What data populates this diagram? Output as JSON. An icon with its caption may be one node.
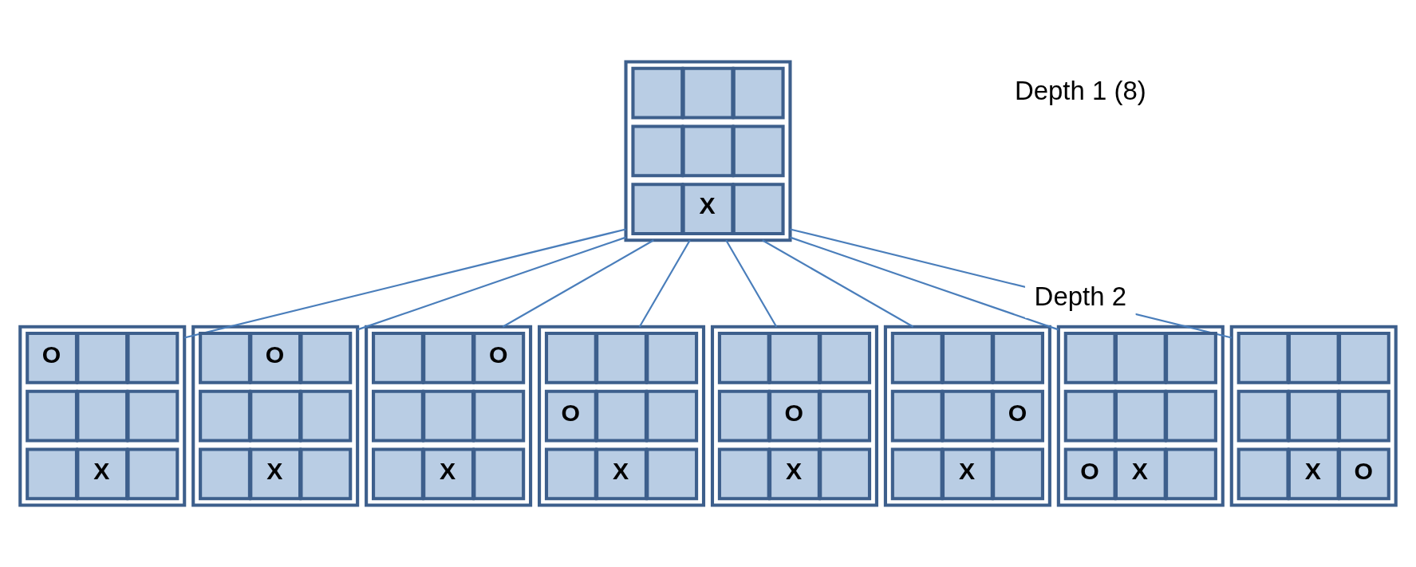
{
  "diagram": {
    "nodes": [
      {
        "text": [],
        "shape": "box"
      },
      {
        "text": [],
        "shape": "box",
        "in": 0
      },
      {
        "text": [],
        "shape": "box",
        "in": 0
      },
      {
        "text": [],
        "shape": "box",
        "in": 0
      },
      {
        "text": [],
        "shape": "box",
        "in": 0
      },
      {
        "text": [],
        "shape": "box",
        "in": 0
      },
      {
        "text": [],
        "shape": "box",
        "in": 0
      },
      {
        "text": [],
        "shape": "box",
        "in": 0
      },
      {
        "text": [
          "X"
        ],
        "in": 0
      },
      {
        "text": [],
        "shape": "box",
        "in": 0
      },
      {
        "text": [],
        "shape": "box"
      },
      {
        "text": [
          "O"
        ],
        "in": 10
      },
      {
        "text": [],
        "shape": "box",
        "in": 10
      },
      {
        "text": [],
        "shape": "box",
        "in": 10
      },
      {
        "text": [],
        "shape": "box",
        "in": 10
      },
      {
        "text": [],
        "shape": "box",
        "in": 10
      },
      {
        "text": [],
        "shape": "box",
        "in": 10
      },
      {
        "text": [],
        "shape": "box",
        "in": 10
      },
      {
        "text": [
          "X"
        ],
        "in": 10
      },
      {
        "text": [],
        "shape": "box",
        "in": 10
      },
      {
        "text": [],
        "shape": "box"
      },
      {
        "text": [],
        "shape": "box",
        "in": 20
      },
      {
        "text": [
          "O"
        ],
        "in": 20
      },
      {
        "text": [],
        "shape": "box",
        "in": 20
      },
      {
        "text": [],
        "shape": "box",
        "in": 20
      },
      {
        "text": [],
        "shape": "box",
        "in": 20
      },
      {
        "text": [],
        "shape": "box",
        "in": 20
      },
      {
        "text": [],
        "shape": "box",
        "in": 20
      },
      {
        "text": [
          "X"
        ],
        "in": 20
      },
      {
        "text": [],
        "shape": "box",
        "in": 20
      },
      {
        "text": [],
        "shape": "box"
      },
      {
        "text": [],
        "shape": "box",
        "in": 30
      },
      {
        "text": [],
        "shape": "box",
        "in": 30
      },
      {
        "text": [
          "O"
        ],
        "in": 30
      },
      {
        "text": [],
        "shape": "box",
        "in": 30
      },
      {
        "text": [],
        "shape": "box",
        "in": 30
      },
      {
        "text": [],
        "shape": "box",
        "in": 30
      },
      {
        "text": [],
        "shape": "box",
        "in": 30
      },
      {
        "text": [
          "X"
        ],
        "in": 30
      },
      {
        "text": [],
        "shape": "box",
        "in": 30
      },
      {
        "text": [],
        "shape": "box"
      },
      {
        "text": [],
        "shape": "box",
        "in": 40
      },
      {
        "text": [],
        "shape": "box",
        "in": 40
      },
      {
        "text": [],
        "shape": "box",
        "in": 40
      },
      {
        "text": [
          "O"
        ],
        "in": 40
      },
      {
        "text": [],
        "shape": "box",
        "in": 40
      },
      {
        "text": [],
        "shape": "box",
        "in": 40
      },
      {
        "text": [],
        "shape": "box",
        "in": 40
      },
      {
        "text": [
          "X"
        ],
        "in": 40
      },
      {
        "text": [],
        "shape": "box",
        "in": 40
      },
      {
        "text": [],
        "shape": "box"
      },
      {
        "text": [],
        "shape": "box",
        "in": 50
      },
      {
        "text": [],
        "shape": "box",
        "in": 50
      },
      {
        "text": [],
        "shape": "box",
        "in": 50
      },
      {
        "text": [],
        "shape": "box",
        "in": 50
      },
      {
        "text": [
          "O"
        ],
        "in": 50
      },
      {
        "text": [],
        "shape": "box",
        "in": 50
      },
      {
        "text": [],
        "shape": "box",
        "in": 50
      },
      {
        "text": [
          "X"
        ],
        "in": 50
      },
      {
        "text": [],
        "shape": "box",
        "in": 50
      },
      {
        "text": [],
        "shape": "box"
      },
      {
        "text": [],
        "shape": "box",
        "in": 60
      },
      {
        "text": [],
        "shape": "box",
        "in": 60
      },
      {
        "text": [],
        "shape": "box",
        "in": 60
      },
      {
        "text": [],
        "shape": "box",
        "in": 60
      },
      {
        "text": [],
        "shape": "box",
        "in": 60
      },
      {
        "text": [
          "O"
        ],
        "in": 60
      },
      {
        "text": [],
        "shape": "box",
        "in": 60
      },
      {
        "text": [
          "X"
        ],
        "in": 60
      },
      {
        "text": [],
        "shape": "box",
        "in": 60
      },
      {
        "text": [],
        "shape": "box"
      },
      {
        "text": [],
        "shape": "box",
        "in": 70
      },
      {
        "text": [],
        "shape": "box",
        "in": 70
      },
      {
        "text": [],
        "shape": "box",
        "in": 70
      },
      {
        "text": [],
        "shape": "box",
        "in": 70
      },
      {
        "text": [],
        "shape": "box",
        "in": 70
      },
      {
        "text": [],
        "shape": "box",
        "in": 70
      },
      {
        "text": [
          "O"
        ],
        "in": 70
      },
      {
        "text": [
          "X"
        ],
        "in": 70
      },
      {
        "text": [],
        "shape": "box",
        "in": 70
      },
      {
        "text": [],
        "shape": "box"
      },
      {
        "text": [],
        "shape": "box",
        "in": 80
      },
      {
        "text": [],
        "shape": "box",
        "in": 80
      },
      {
        "text": [],
        "shape": "box",
        "in": 80
      },
      {
        "text": [],
        "shape": "box",
        "in": 80
      },
      {
        "text": [],
        "shape": "box",
        "in": 80
      },
      {
        "text": [],
        "shape": "box",
        "in": 80
      },
      {
        "text": [],
        "shape": "box",
        "in": 80
      },
      {
        "text": [
          "X"
        ],
        "in": 80
      },
      {
        "text": [
          "O"
        ],
        "in": 80
      }
    ],
    "edges": [
      {
        "from": 0,
        "to": 10,
        "arrow": "none"
      },
      {
        "from": 0,
        "to": 20,
        "arrow": "none"
      },
      {
        "from": 0,
        "to": 30,
        "arrow": "none"
      },
      {
        "from": 0,
        "to": 40,
        "arrow": "none"
      },
      {
        "from": 0,
        "to": 50,
        "arrow": "none"
      },
      {
        "from": 0,
        "to": 60,
        "arrow": "none"
      },
      {
        "from": 0,
        "to": 70,
        "arrow": "none"
      },
      {
        "from": 0,
        "to": 80,
        "arrow": "none"
      }
    ],
    "labels": [
      "Depth 1 (8)",
      "Depth 2"
    ]
  }
}
